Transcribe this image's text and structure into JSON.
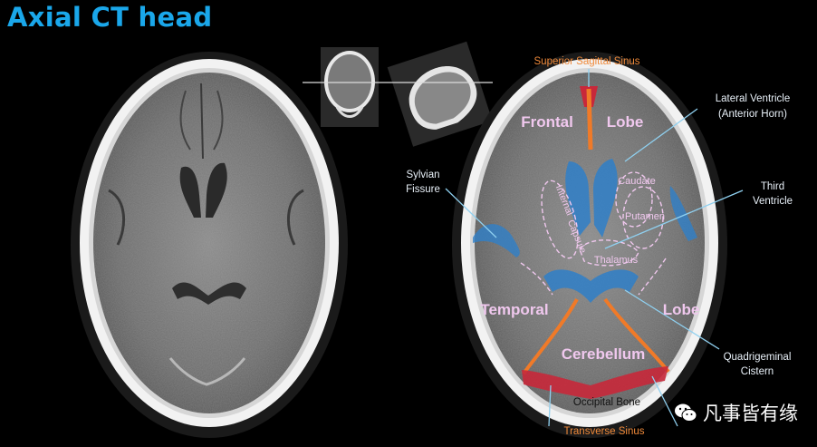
{
  "title": "Axial CT head",
  "labels": {
    "superior_sagittal_sinus": "Superior Sagittal Sinus",
    "frontal": "Frontal",
    "lobe_frontal": "Lobe",
    "lateral_ventricle_1": "Lateral Ventricle",
    "lateral_ventricle_2": "(Anterior Horn)",
    "sylvian_1": "Sylvian",
    "sylvian_2": "Fissure",
    "third_1": "Third",
    "third_2": "Ventricle",
    "caudate": "Caudate",
    "putamen": "Putamen",
    "internal": "Internal",
    "capsule": "Capsule",
    "thalamus": "Thalamus",
    "temporal": "Temporal",
    "lobe_temporal": "Lobe",
    "cerebellum": "Cerebellum",
    "quad_1": "Quadrigeminal",
    "quad_2": "Cistern",
    "occipital_bone": "Occipital Bone",
    "transverse_sinus": "Transverse Sinus"
  },
  "watermark": "凡事皆有缘",
  "icons": [
    "wechat-icon"
  ],
  "colors": {
    "title": "#1aa7ea",
    "label_pink": "#f0c8ee",
    "label_white": "#e8f0f8",
    "sinus_label": "#f08a3a",
    "ventricle_fill": "#2f7fc8",
    "sinus_red": "#c8283a",
    "leader_line": "#8fd0f0"
  }
}
